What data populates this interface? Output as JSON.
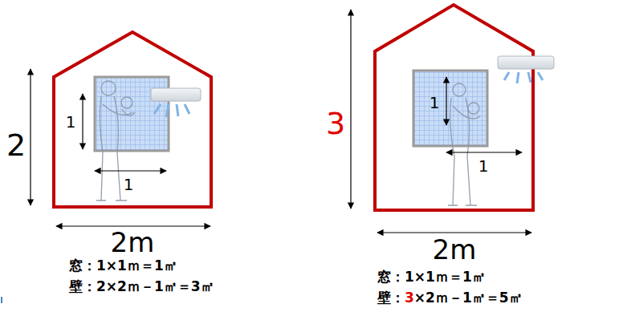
{
  "diagram": {
    "labels": [
      "2",
      "1",
      "1",
      "2m",
      "窓：1×1ｍ＝1㎡",
      "壁：2×2ｍ－1㎡＝3㎡",
      "3",
      "1",
      "1",
      "2m",
      "窓：1×1ｍ＝1㎡",
      "壁：3×2ｍ－1㎡＝5㎡"
    ]
  }
}
